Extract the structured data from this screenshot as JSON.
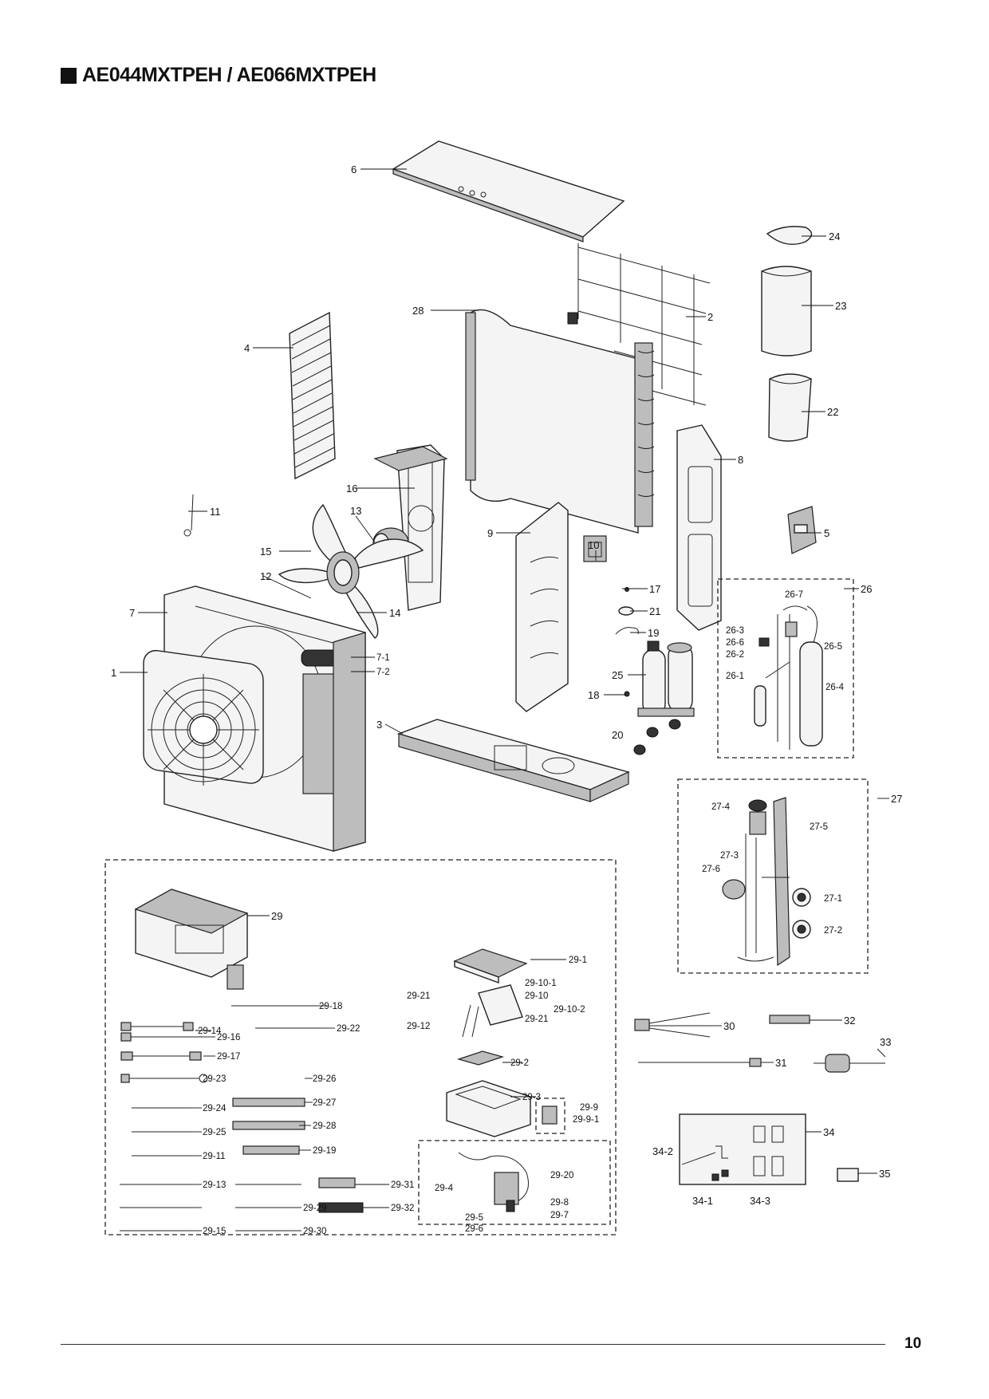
{
  "page": {
    "title": "AE044MXTPEH / AE066MXTPEH",
    "page_number": "10"
  },
  "labels": {
    "p1": "1",
    "p2": "2",
    "p3": "3",
    "p4": "4",
    "p5": "5",
    "p6": "6",
    "p7": "7",
    "p7_1": "7-1",
    "p7_2": "7-2",
    "p8": "8",
    "p9": "9",
    "p10": "10",
    "p11": "11",
    "p12": "12",
    "p13": "13",
    "p14": "14",
    "p15": "15",
    "p16": "16",
    "p17": "17",
    "p18": "18",
    "p19": "19",
    "p20": "20",
    "p21": "21",
    "p22": "22",
    "p23": "23",
    "p24": "24",
    "p25": "25",
    "p26": "26",
    "p26_1": "26-1",
    "p26_2": "26-2",
    "p26_3": "26-3",
    "p26_4": "26-4",
    "p26_5": "26-5",
    "p26_6": "26-6",
    "p26_7": "26-7",
    "p27": "27",
    "p27_1": "27-1",
    "p27_2": "27-2",
    "p27_3": "27-3",
    "p27_4": "27-4",
    "p27_5": "27-5",
    "p27_6": "27-6",
    "p28": "28",
    "p29": "29",
    "p29_1": "29-1",
    "p29_2": "29-2",
    "p29_3": "29-3",
    "p29_4": "29-4",
    "p29_5": "29-5",
    "p29_6": "29-6",
    "p29_7": "29-7",
    "p29_8": "29-8",
    "p29_9": "29-9",
    "p29_9_1": "29-9-1",
    "p29_10": "29-10",
    "p29_10_1": "29-10-1",
    "p29_10_2": "29-10-2",
    "p29_11": "29-11",
    "p29_12": "29-12",
    "p29_13": "29-13",
    "p29_14": "29-14",
    "p29_15": "29-15",
    "p29_16": "29-16",
    "p29_17": "29-17",
    "p29_18": "29-18",
    "p29_19": "29-19",
    "p29_20": "29-20",
    "p29_21a": "29-21",
    "p29_21b": "29-21",
    "p29_22": "29-22",
    "p29_23": "29-23",
    "p29_24": "29-24",
    "p29_25": "29-25",
    "p29_26": "29-26",
    "p29_27": "29-27",
    "p29_28": "29-28",
    "p29_29": "29-29",
    "p29_30": "29-30",
    "p29_31": "29-31",
    "p29_32": "29-32",
    "p30": "30",
    "p31": "31",
    "p32": "32",
    "p33": "33",
    "p34": "34",
    "p34_1": "34-1",
    "p34_2": "34-2",
    "p34_3": "34-3",
    "p35": "35"
  }
}
